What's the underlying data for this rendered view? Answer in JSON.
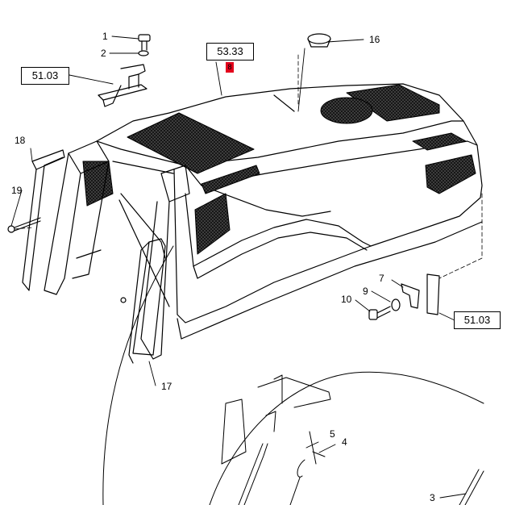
{
  "diagram": {
    "reference_boxes": {
      "top_center": "53.33",
      "left": "51.03",
      "right": "51.03"
    },
    "highlight_tag": "8",
    "callouts": {
      "c1": "1",
      "c2": "2",
      "c3": "3",
      "c4": "4",
      "c5": "5",
      "c7": "7",
      "c9": "9",
      "c10": "10",
      "c16": "16",
      "c17": "17",
      "c18": "18",
      "c19": "19"
    },
    "colors": {
      "line": "#000000",
      "grille": "#1a1a1a",
      "highlight": "#e3001b"
    }
  }
}
